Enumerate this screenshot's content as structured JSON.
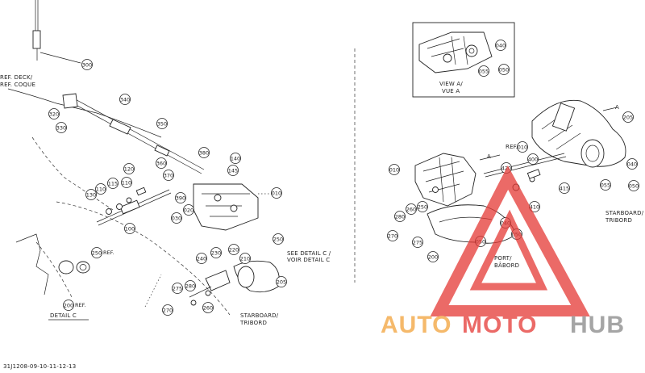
{
  "diagram": {
    "left_panel": {
      "ref_deck": "REF. DECK/",
      "ref_coque": "REF. COQUE",
      "detail_c_title": "DETAIL C",
      "see_detail_c": "SEE DETAIL C /",
      "voir_detail_c": "VOIR DETAIL C",
      "starboard": "STARBOARD/",
      "tribord": "TRIBORD",
      "ref_250": "REF.",
      "ref_200": "REF.",
      "callouts": [
        "300",
        "320",
        "330",
        "340",
        "350",
        "360",
        "380",
        "140",
        "145",
        "370",
        "010",
        "120",
        "130",
        "110",
        "115",
        "110",
        "100",
        "390",
        "030",
        "020",
        "250",
        "230",
        "220",
        "210",
        "240",
        "280",
        "275",
        "270",
        "260",
        "205",
        "200",
        "250"
      ]
    },
    "right_panel": {
      "view_a_1": "VIEW A/",
      "view_a_2": "VUE A",
      "port_1": "PORT/",
      "port_2": "BÂBORD",
      "starboard": "STARBOARD/",
      "tribord": "TRIBORD",
      "ref_010": "REF.",
      "arrow_a_1": "A",
      "arrow_a_2": "A",
      "callouts": [
        "040",
        "055",
        "050",
        "205",
        "040",
        "055",
        "050",
        "010",
        "400",
        "420",
        "410",
        "415",
        "250",
        "260",
        "280",
        "275",
        "270",
        "040",
        "200",
        "050",
        "050",
        "010"
      ]
    },
    "figure_code": "31J1208-09-10-11-12-13"
  },
  "watermark": {
    "part1": "AUTO",
    "part2": "MOTO",
    "part3": "HUB",
    "colors": {
      "auto": "#f2a23a",
      "moto": "#e53935",
      "hub": "#888888",
      "triangle": "#e53935"
    }
  }
}
